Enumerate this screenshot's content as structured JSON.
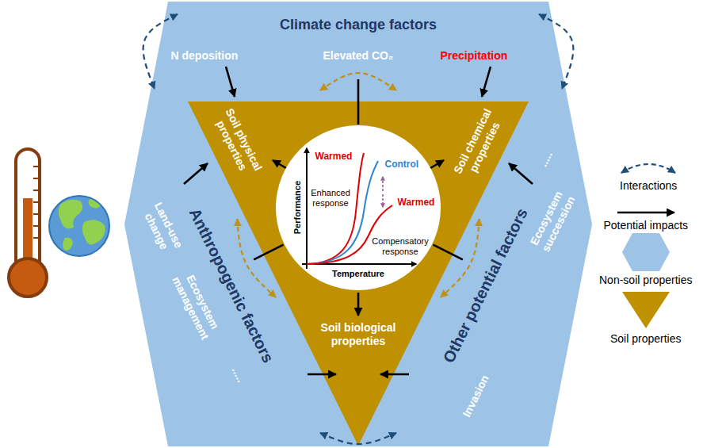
{
  "diagram": {
    "nodes": [
      {
        "text": [
          "Climate change factors",
          "N deposition",
          "Elevated CO₂",
          "Precipitation"
        ]
      },
      {
        "text": [
          "Soil physical properties"
        ]
      },
      {
        "text": [
          "Soil chemical properties"
        ]
      },
      {
        "text": [
          "Warmed",
          "Control",
          "Enhanced response",
          "Warmed",
          "Compensatory response",
          "Performance",
          "Temperature"
        ]
      },
      {
        "text": [
          "Anthropogenic factors",
          "Land-use change",
          "Ecosystem management",
          "....."
        ]
      },
      {
        "text": [
          "Soil biological properties"
        ]
      },
      {
        "text": [
          "Other potential factors",
          "Ecosystem succession",
          "Invasion",
          "....."
        ]
      }
    ],
    "edges": [
      {
        "from": 0,
        "to": 1,
        "arrow": "to"
      },
      {
        "from": 0,
        "to": 2,
        "arrow": "to"
      },
      {
        "from": 0,
        "to": 3,
        "arrow": "none"
      },
      {
        "from": 4,
        "to": 1,
        "arrow": "to"
      },
      {
        "from": 3,
        "to": 1,
        "arrow": "to"
      },
      {
        "from": 3,
        "to": 2,
        "arrow": "to"
      },
      {
        "from": 6,
        "to": 2,
        "arrow": "to"
      },
      {
        "from": 4,
        "to": 3,
        "arrow": "none"
      },
      {
        "from": 6,
        "to": 3,
        "arrow": "none"
      },
      {
        "from": 3,
        "to": 5,
        "arrow": "to"
      },
      {
        "from": 4,
        "to": 5,
        "arrow": "to"
      },
      {
        "from": 6,
        "to": 5,
        "arrow": "to"
      },
      {
        "from": 0,
        "to": 4,
        "arrow": "both"
      },
      {
        "from": 0,
        "to": 6,
        "arrow": "both"
      },
      {
        "from": 4,
        "to": 6,
        "arrow": "both"
      },
      {
        "from": 1,
        "to": 2,
        "arrow": "both"
      },
      {
        "from": 1,
        "to": 5,
        "arrow": "both"
      },
      {
        "from": 2,
        "to": 5,
        "arrow": "both"
      }
    ],
    "legend": [
      {
        "text": "Interactions"
      },
      {
        "text": "Potential impacts"
      },
      {
        "text": "Non-soil properties",
        "color": "#9dc3e6"
      },
      {
        "text": "Soil properties",
        "color": "#bf9000"
      }
    ]
  }
}
